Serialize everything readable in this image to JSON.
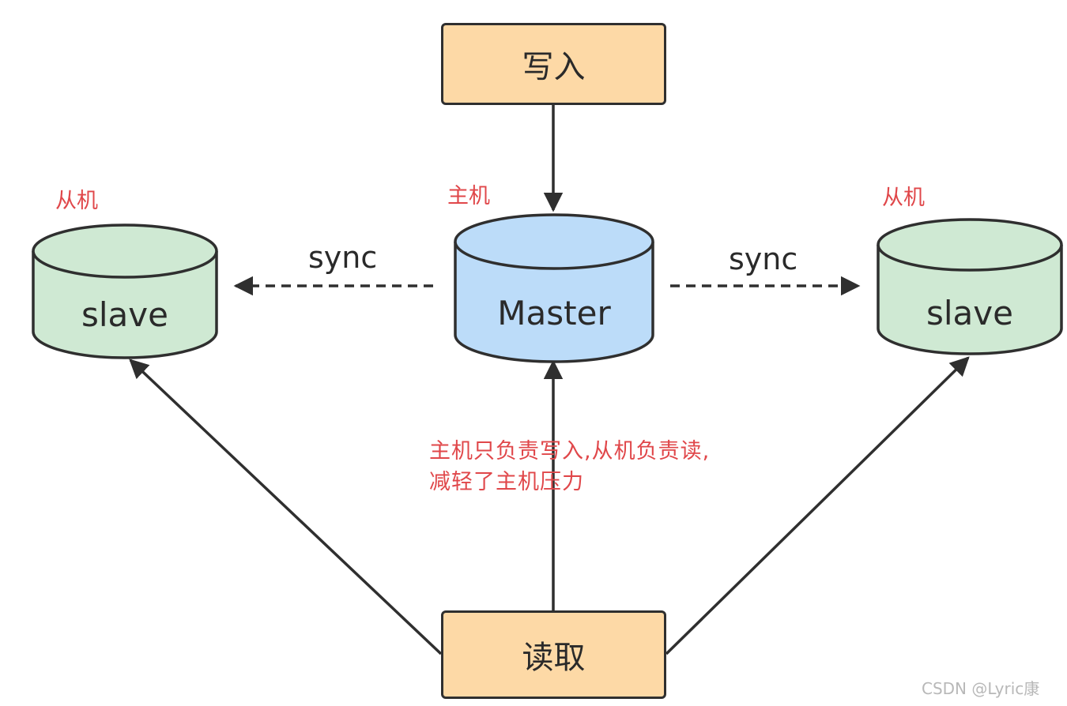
{
  "nodes": {
    "write": {
      "label": "写入"
    },
    "read": {
      "label": "读取"
    },
    "master": {
      "label": "Master",
      "caption": "主机"
    },
    "slave_left": {
      "label": "slave",
      "caption": "从机"
    },
    "slave_right": {
      "label": "slave",
      "caption": "从机"
    }
  },
  "edges": {
    "sync_left": {
      "label": "sync"
    },
    "sync_right": {
      "label": "sync"
    }
  },
  "annotation": {
    "line1": "主机只负责写入,从机负责读,",
    "line2": "减轻了主机压力"
  },
  "watermark": "CSDN @Lyric康",
  "colors": {
    "box_fill": "#fdd9a6",
    "master_fill": "#bcdcf9",
    "slave_fill": "#cfe9d3",
    "stroke": "#2f2f2f",
    "annotation": "#e0474a"
  }
}
